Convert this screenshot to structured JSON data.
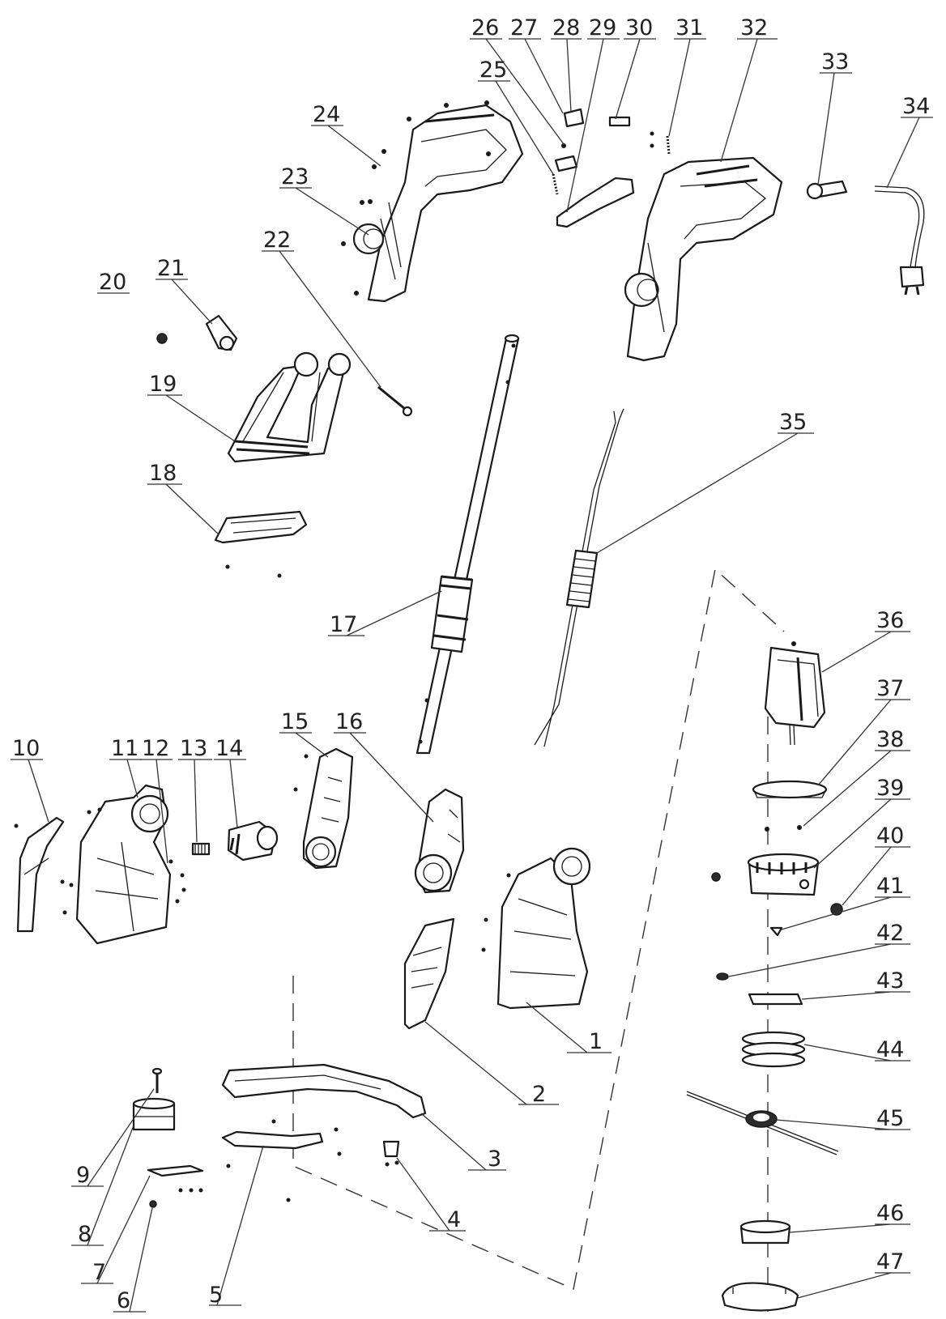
{
  "diagram": {
    "labels": [
      "1",
      "2",
      "3",
      "4",
      "5",
      "6",
      "7",
      "8",
      "9",
      "10",
      "11",
      "12",
      "13",
      "14",
      "15",
      "16",
      "17",
      "18",
      "19",
      "20",
      "21",
      "22",
      "23",
      "24",
      "25",
      "26",
      "27",
      "28",
      "29",
      "30",
      "31",
      "32",
      "33",
      "34",
      "35",
      "36",
      "37",
      "38",
      "39",
      "40",
      "41",
      "42",
      "43",
      "44",
      "45",
      "46",
      "47"
    ]
  }
}
